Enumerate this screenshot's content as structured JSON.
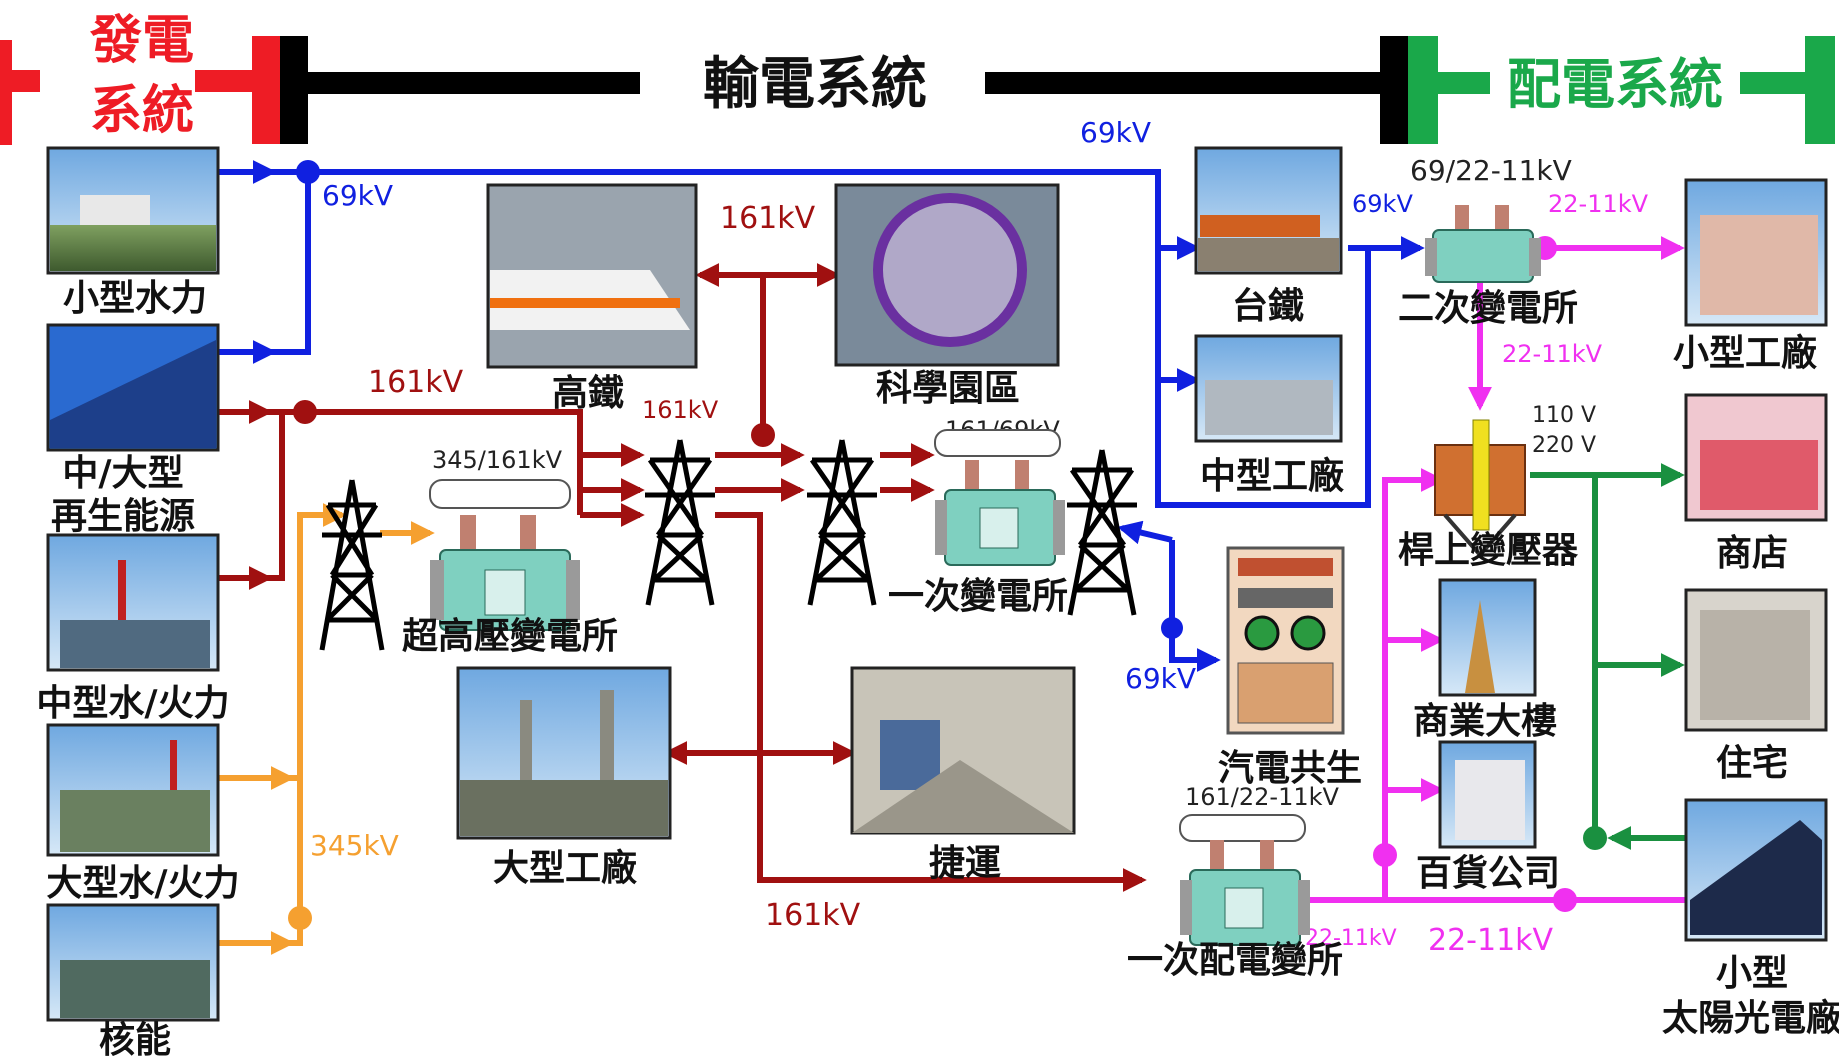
{
  "header": {
    "generation": [
      "發電",
      "系統"
    ],
    "transmission": "輸電系統",
    "distribution": "配電系統"
  },
  "colors": {
    "generation": "#ee1c25",
    "transmission": "#000000",
    "distribution": "#1aa84a",
    "line_69kv": "#1020e0",
    "line_161kv": "#a01010",
    "line_345kv": "#f5a030",
    "line_distribution": "#f030f0",
    "line_lowvoltage": "#1a9040"
  },
  "sources": {
    "small_hydro": "小型水力",
    "renewable": [
      "中/大型",
      "再生能源"
    ],
    "medium_thermal": "中型水/火力",
    "large_thermal": "大型水/火力",
    "nuclear": "核能"
  },
  "facilities": {
    "hsr": "高鐵",
    "science_park": "科學園區",
    "tra": "台鐵",
    "medium_factory": "中型工廠",
    "large_factory": "大型工廠",
    "mrt": "捷運",
    "cogeneration": "汽電共生",
    "ehv_substation": "超高壓變電所",
    "primary_substation": "一次變電所",
    "secondary_substation": "二次變電所",
    "primary_distribution": "一次配電變所",
    "pole_transformer": "桿上變壓器",
    "small_factory": "小型工廠",
    "shop": "商店",
    "commercial_building": "商業大樓",
    "residence": "住宅",
    "department_store": "百貨公司",
    "solar": [
      "小型",
      "太陽光電廠"
    ]
  },
  "voltages": {
    "top_69": "69kV",
    "left_69": "69kV",
    "secondary_in_69": "69kV",
    "secondary_ratio": "69/22-11kV",
    "secondary_out": "22-11kV",
    "secondary_down": "22-11kV",
    "hv_161_top": "161kV",
    "hv_161_left": "161kV",
    "hv_161_mid": "161kV",
    "ehv_ratio": "345/161kV",
    "primary_ratio": "161/69kV",
    "cogen_69": "69kV",
    "v345": "345kV",
    "hv_161_bottom": "161kV",
    "dist_ratio": "161/22-11kV",
    "dist_out_small": "22-11kV",
    "dist_out": "22-11kV",
    "v110": "110 V",
    "v220": "220 V"
  }
}
